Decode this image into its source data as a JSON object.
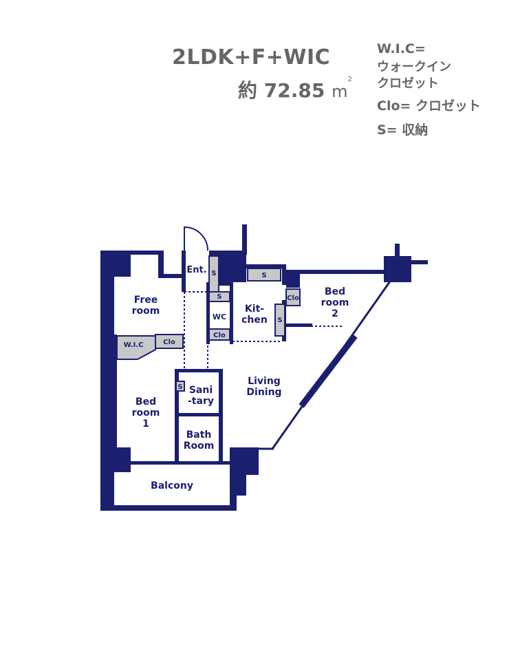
{
  "header": {
    "layout_type": "2LDK+F+WIC",
    "area_prefix": "約",
    "area_value": "72.85",
    "area_unit": "m",
    "area_unit_sup": "2"
  },
  "legend": [
    "W.I.C=",
    "ウォークイン",
    "クロゼット",
    "Clo= クロゼット",
    "S= 収納"
  ],
  "rooms": {
    "ent": "Ent.",
    "free_1": "Free",
    "free_2": "room",
    "wic": "W.I.C",
    "clo_wic": "Clo",
    "bed1_1": "Bed",
    "bed1_2": "room",
    "bed1_3": "1",
    "sani_1": "Sani",
    "sani_2": "-tary",
    "sani_s": "S",
    "bath_1": "Bath",
    "bath_2": "Room",
    "balcony": "Balcony",
    "wc": "WC",
    "wc_s": "S",
    "ent_s": "S",
    "clo_wc": "Clo",
    "kit_1": "Kit-",
    "kit_2": "chen",
    "kit_s_top": "S",
    "kit_s_side": "S",
    "clo_bed2": "Clo",
    "bed2_1": "Bed",
    "bed2_2": "room",
    "bed2_3": "2",
    "living_1": "Living",
    "living_2": "Dining"
  },
  "colors": {
    "wall": "#1a1f6e",
    "storage": "#c8c8c8",
    "header_text": "#666666"
  }
}
